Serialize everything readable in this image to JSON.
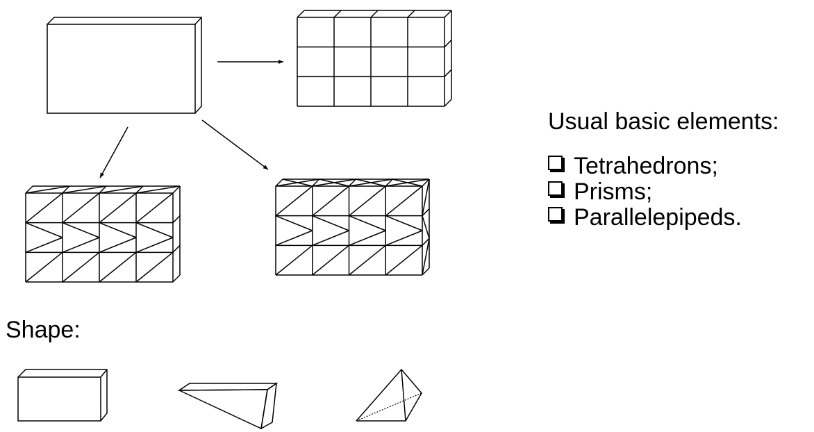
{
  "heading": "Usual basic elements:",
  "elements": [
    {
      "label": "Tetrahedrons;"
    },
    {
      "label": "Prisms;"
    },
    {
      "label": "Parallelepipeds."
    }
  ],
  "shape_label": "Shape:"
}
